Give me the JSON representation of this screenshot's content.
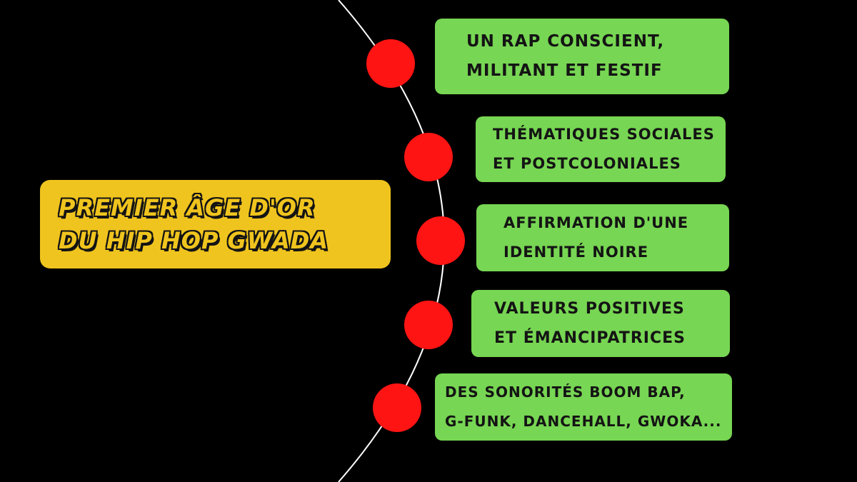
{
  "title": {
    "lines": [
      "Premier âge d'or",
      "du hip hop Gwada"
    ]
  },
  "items": [
    {
      "lines": [
        "Un rap conscient,",
        "militant et festif"
      ]
    },
    {
      "lines": [
        "Thématiques sociales",
        "et postcoloniales"
      ]
    },
    {
      "lines": [
        "Affirmation d'une",
        "identité noire"
      ]
    },
    {
      "lines": [
        "Valeurs positives",
        "et émancipatrices"
      ]
    },
    {
      "lines": [
        "Des sonorités boom bap,",
        "G-funk, dancehall, gwoka..."
      ]
    }
  ],
  "colors": {
    "background": "#000000",
    "title_box": "#f0c41e",
    "item_box": "#77d653",
    "dot": "#ff1414",
    "arc": "#ffffff"
  }
}
